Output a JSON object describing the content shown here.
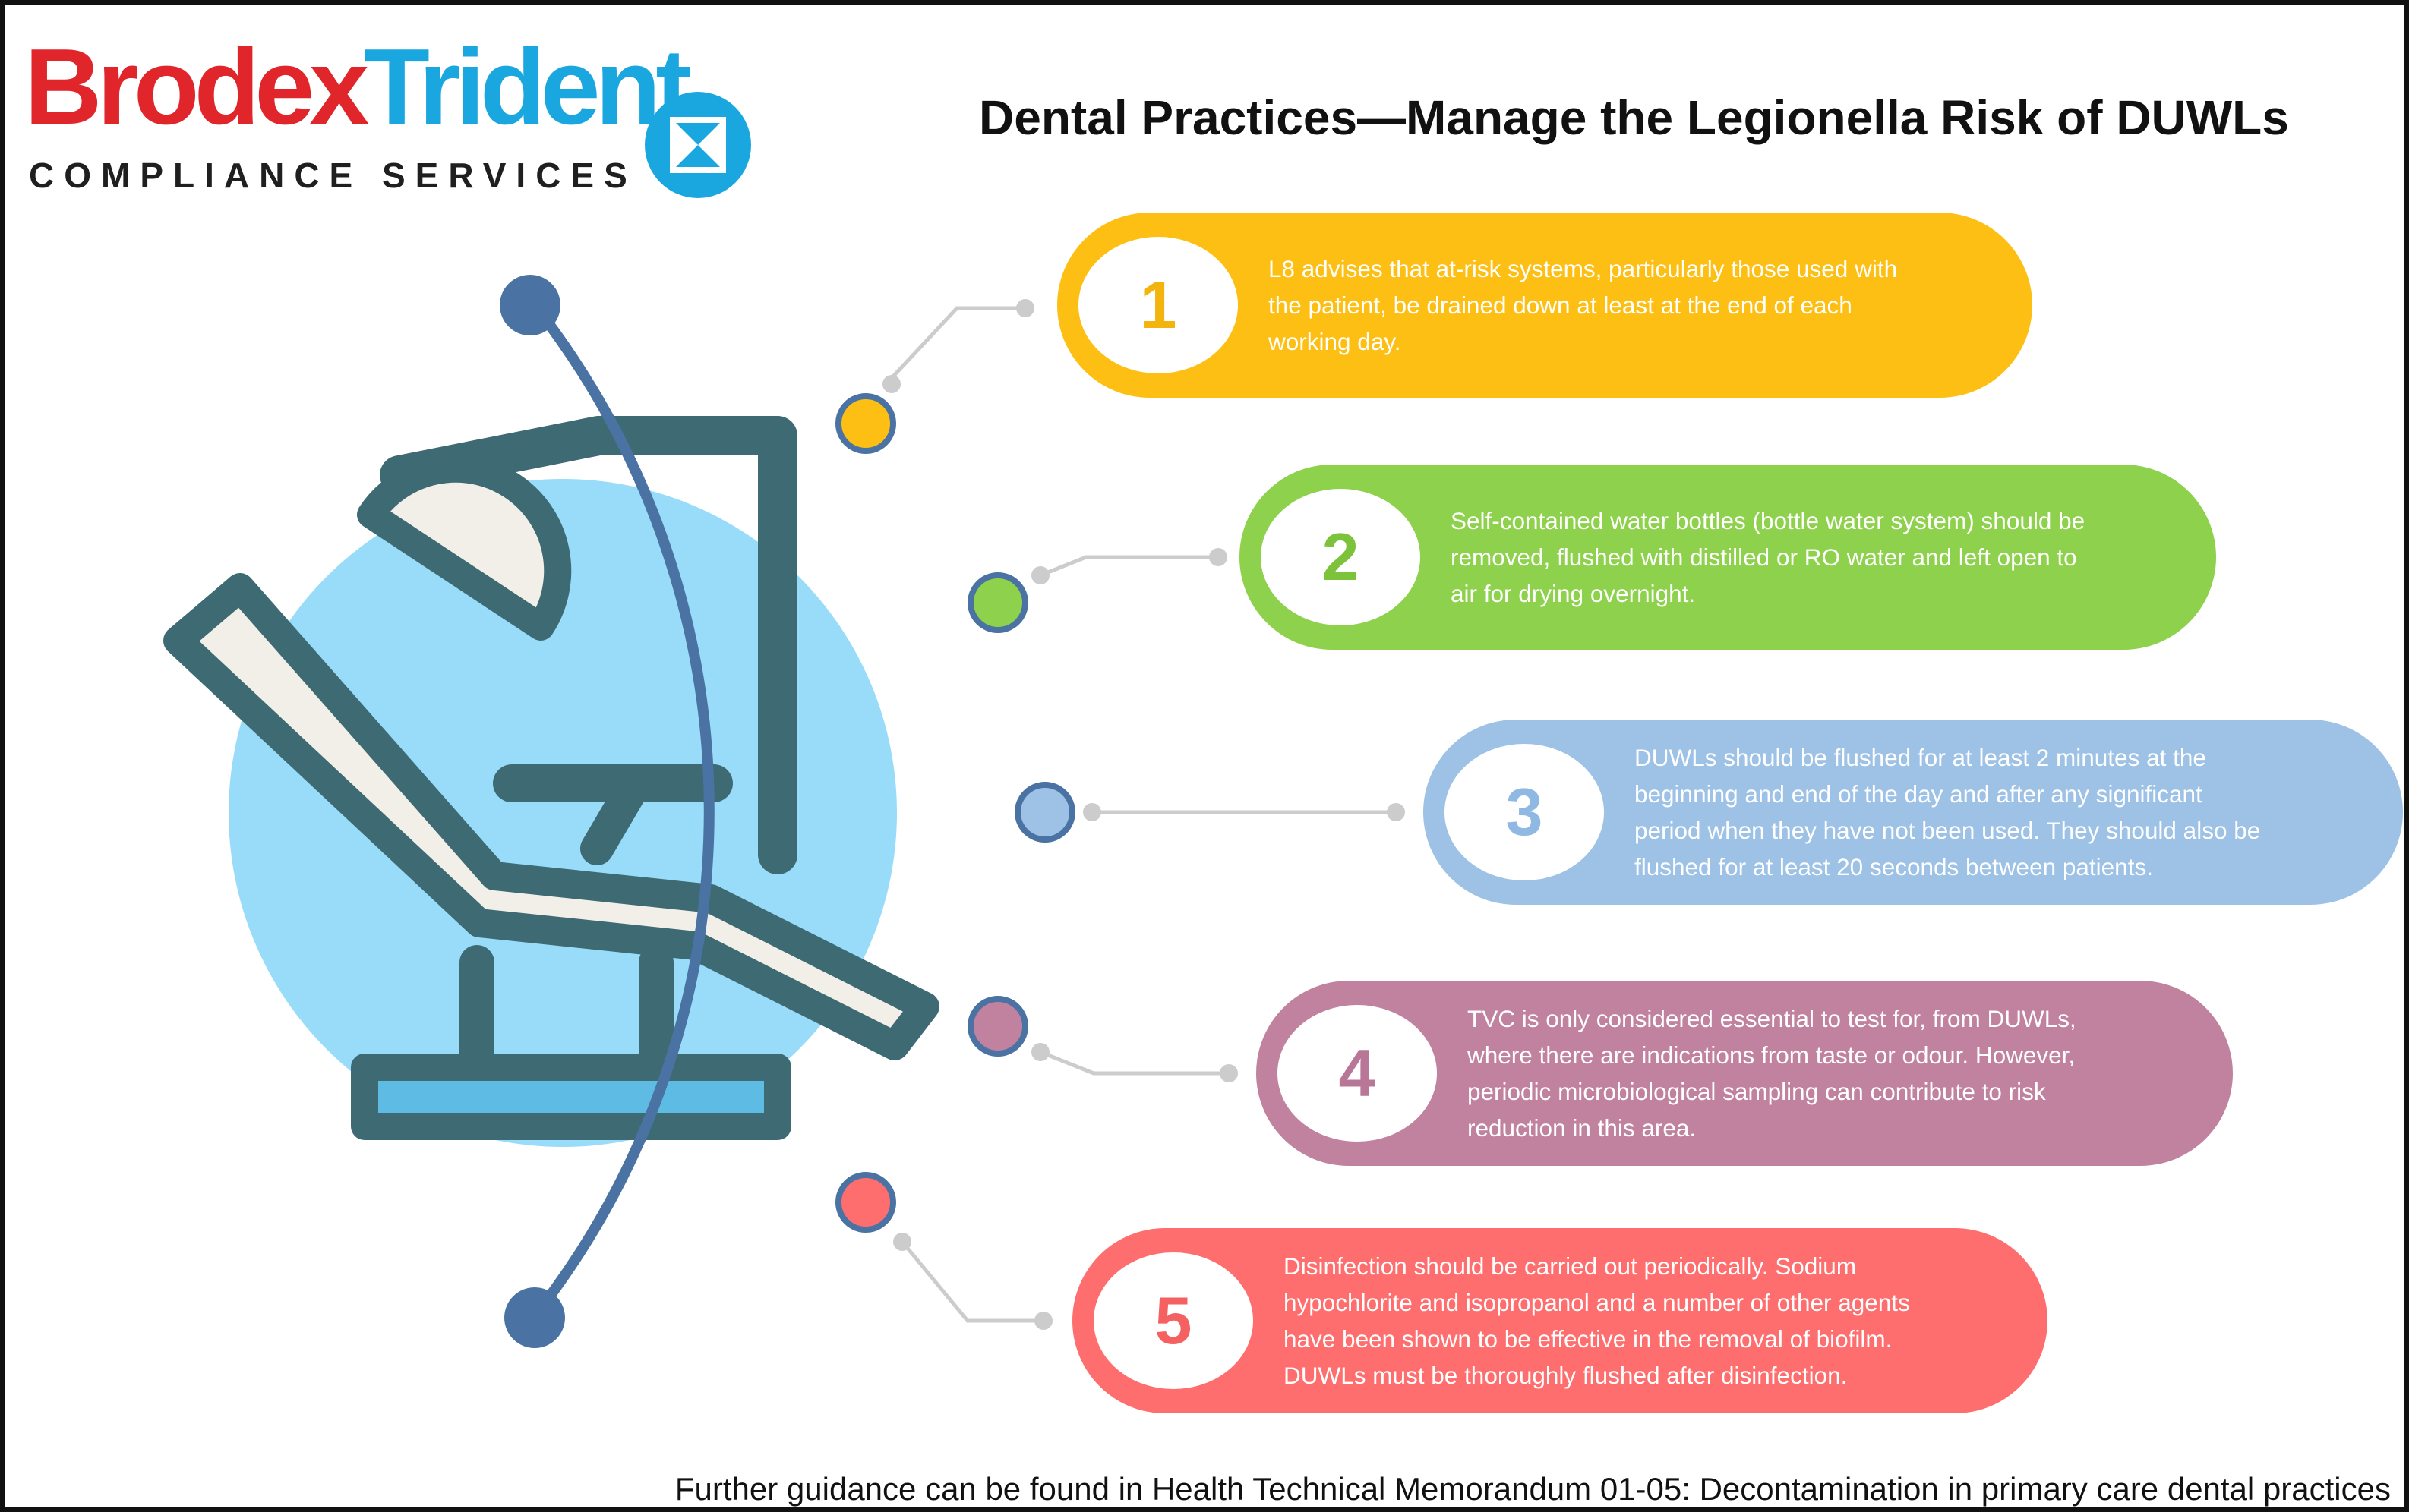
{
  "logo": {
    "brand_part1": "Brodex",
    "brand_part2": "Trident",
    "tagline": "COMPLIANCE SERVICES"
  },
  "title": "Dental Practices—Manage the Legionella Risk of DUWLs",
  "steps": [
    {
      "number": "1",
      "lines": [
        "L8 advises that at-risk systems, particularly those used with",
        "the patient, be drained down at least at the end of each",
        "working day."
      ],
      "color": "#fdbf14"
    },
    {
      "number": "2",
      "lines": [
        "Self-contained water bottles (bottle water system) should be",
        "removed, flushed with distilled or RO water and left open to",
        "air for drying overnight."
      ],
      "color": "#8ed14c"
    },
    {
      "number": "3",
      "lines": [
        "DUWLs should be flushed for at least 2 minutes at the",
        "beginning and end of the day and after any significant",
        "period when they have not been used. They should also be",
        "flushed for at least 20 seconds between patients."
      ],
      "color": "#9dc2e6"
    },
    {
      "number": "4",
      "lines": [
        "TVC is only considered essential to test for, from DUWLs,",
        "where there are indications from taste or odour. However,",
        "periodic microbiological sampling can contribute to risk",
        "reduction in this area."
      ],
      "color": "#c0829e"
    },
    {
      "number": "5",
      "lines": [
        "Disinfection should be carried out periodically. Sodium",
        "hypochlorite and isopropanol and a number of other agents",
        "have been shown to be effective in the removal of biofilm.",
        "DUWLs must be thoroughly flushed after disinfection."
      ],
      "color": "#fe6e6e"
    }
  ],
  "footer": "Further guidance can be found in Health Technical Memorandum 01-05: Decontamination in primary care dental practices",
  "colors": {
    "arc": "#4a73a3",
    "chair": "#3e6a73",
    "chair_fill": "#f2efe8",
    "backdrop": "#99dcfa",
    "connector": "#cccccc"
  },
  "icons": {
    "logo_mark": "hourglass-circle-icon",
    "illustration": "dental-chair-icon"
  }
}
